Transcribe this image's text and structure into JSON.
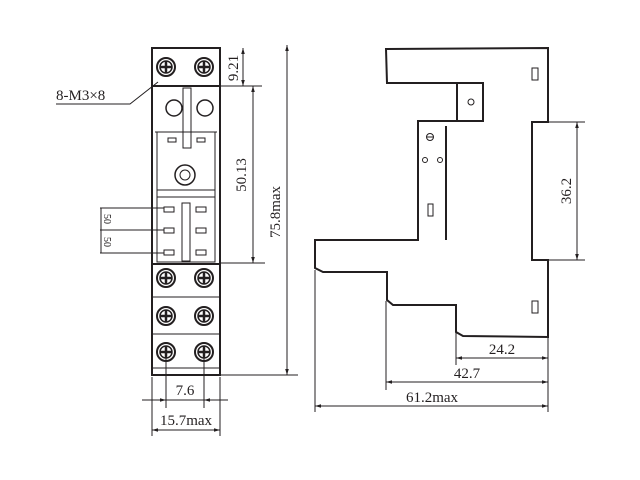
{
  "front_view": {
    "screw_label": "8-M3×8",
    "dim_top_terminal": "9.21",
    "dim_relay_section": "50.13",
    "dim_total_height": "75.8max",
    "dim_pin_pitch_a": "50",
    "dim_pin_pitch_b": "50",
    "dim_screw_pitch": "7.6",
    "dim_width": "15.7max"
  },
  "side_view": {
    "dim_rail": "36.2",
    "dim_step1": "24.2",
    "dim_step2": "42.7",
    "dim_depth": "61.2max"
  }
}
